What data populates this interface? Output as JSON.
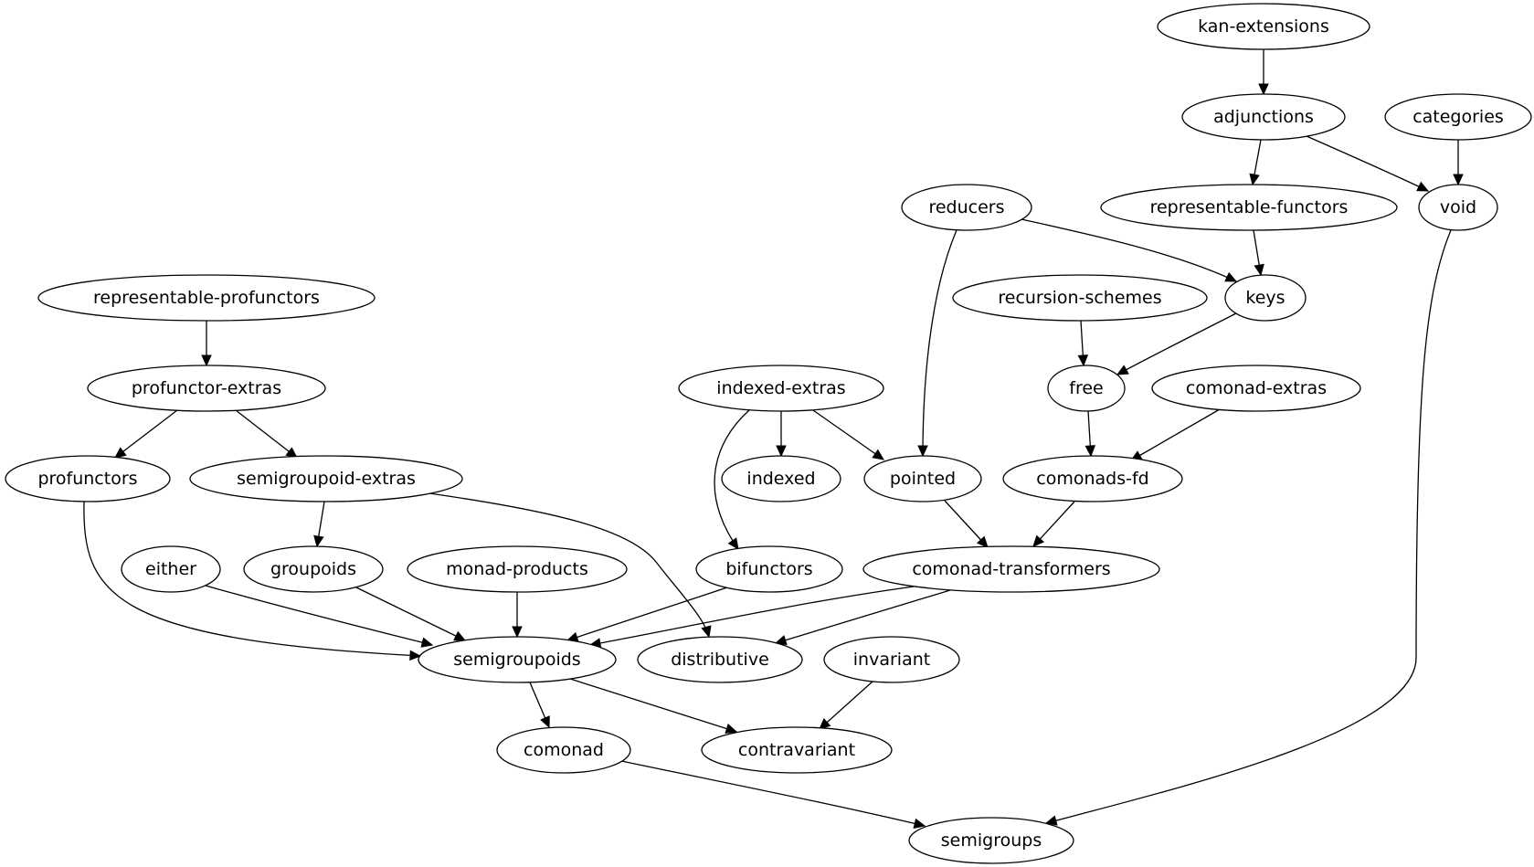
{
  "nodes": {
    "kan_extensions": "kan-extensions",
    "adjunctions": "adjunctions",
    "categories": "categories",
    "reducers": "reducers",
    "representable_functors": "representable-functors",
    "void": "void",
    "representable_profunctors": "representable-profunctors",
    "recursion_schemes": "recursion-schemes",
    "keys": "keys",
    "profunctor_extras": "profunctor-extras",
    "indexed_extras": "indexed-extras",
    "free": "free",
    "comonad_extras": "comonad-extras",
    "profunctors": "profunctors",
    "semigroupoid_extras": "semigroupoid-extras",
    "indexed": "indexed",
    "pointed": "pointed",
    "comonads_fd": "comonads-fd",
    "either": "either",
    "groupoids": "groupoids",
    "monad_products": "monad-products",
    "bifunctors": "bifunctors",
    "comonad_transformers": "comonad-transformers",
    "semigroupoids": "semigroupoids",
    "distributive": "distributive",
    "invariant": "invariant",
    "comonad": "comonad",
    "contravariant": "contravariant",
    "semigroups": "semigroups"
  },
  "edges": [
    [
      "kan_extensions",
      "adjunctions"
    ],
    [
      "adjunctions",
      "representable_functors"
    ],
    [
      "adjunctions",
      "void"
    ],
    [
      "categories",
      "void"
    ],
    [
      "reducers",
      "keys"
    ],
    [
      "reducers",
      "pointed"
    ],
    [
      "representable_functors",
      "keys"
    ],
    [
      "void",
      "semigroups"
    ],
    [
      "representable_profunctors",
      "profunctor_extras"
    ],
    [
      "recursion_schemes",
      "free"
    ],
    [
      "keys",
      "free"
    ],
    [
      "profunctor_extras",
      "profunctors"
    ],
    [
      "profunctor_extras",
      "semigroupoid_extras"
    ],
    [
      "indexed_extras",
      "indexed"
    ],
    [
      "indexed_extras",
      "pointed"
    ],
    [
      "indexed_extras",
      "bifunctors"
    ],
    [
      "free",
      "comonads_fd"
    ],
    [
      "comonad_extras",
      "comonads_fd"
    ],
    [
      "profunctors",
      "semigroupoids"
    ],
    [
      "semigroupoid_extras",
      "groupoids"
    ],
    [
      "semigroupoid_extras",
      "distributive"
    ],
    [
      "pointed",
      "comonad_transformers"
    ],
    [
      "comonads_fd",
      "comonad_transformers"
    ],
    [
      "either",
      "semigroupoids"
    ],
    [
      "groupoids",
      "semigroupoids"
    ],
    [
      "monad_products",
      "semigroupoids"
    ],
    [
      "bifunctors",
      "semigroupoids"
    ],
    [
      "comonad_transformers",
      "semigroupoids"
    ],
    [
      "comonad_transformers",
      "distributive"
    ],
    [
      "semigroupoids",
      "comonad"
    ],
    [
      "semigroupoids",
      "contravariant"
    ],
    [
      "invariant",
      "contravariant"
    ],
    [
      "comonad",
      "semigroups"
    ]
  ]
}
